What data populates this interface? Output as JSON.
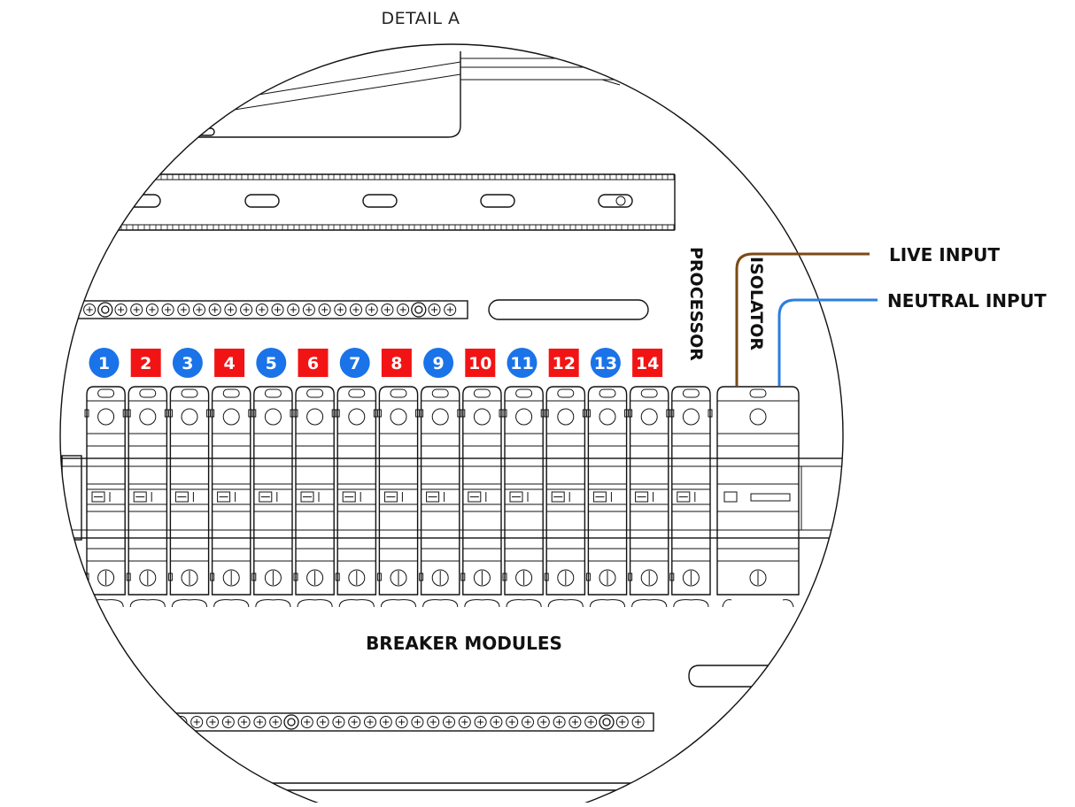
{
  "title": "DETAIL A",
  "labels": {
    "breaker_modules": "BREAKER MODULES",
    "processor": "PROCESSOR",
    "isolator": "ISOLATOR",
    "live_input": "LIVE INPUT",
    "neutral_input": "NEUTRAL INPUT"
  },
  "colors": {
    "live": "#7a4a14",
    "neutral": "#2a7fe0",
    "badge_blue": "#1a73e8",
    "badge_red": "#f21414"
  },
  "breakers": [
    {
      "num": "1",
      "shape": "circle",
      "color": "blue"
    },
    {
      "num": "2",
      "shape": "square",
      "color": "red"
    },
    {
      "num": "3",
      "shape": "circle",
      "color": "blue"
    },
    {
      "num": "4",
      "shape": "square",
      "color": "red"
    },
    {
      "num": "5",
      "shape": "circle",
      "color": "blue"
    },
    {
      "num": "6",
      "shape": "square",
      "color": "red"
    },
    {
      "num": "7",
      "shape": "circle",
      "color": "blue"
    },
    {
      "num": "8",
      "shape": "square",
      "color": "red"
    },
    {
      "num": "9",
      "shape": "circle",
      "color": "blue"
    },
    {
      "num": "10",
      "shape": "square",
      "color": "red"
    },
    {
      "num": "11",
      "shape": "circle",
      "color": "blue"
    },
    {
      "num": "12",
      "shape": "square",
      "color": "red"
    },
    {
      "num": "13",
      "shape": "circle",
      "color": "blue"
    },
    {
      "num": "14",
      "shape": "square",
      "color": "red"
    }
  ]
}
